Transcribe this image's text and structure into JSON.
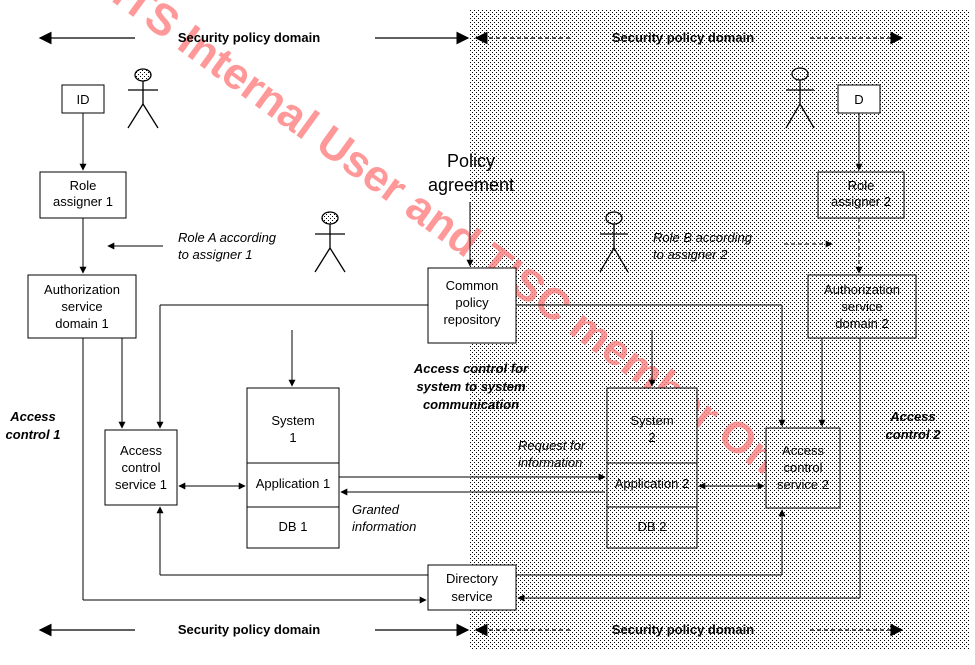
{
  "domain_left_top": "Security policy domain",
  "domain_right_top": "Security policy domain",
  "domain_left_bottom": "Security policy domain",
  "domain_right_bottom": "Security policy domain",
  "id_left": "ID",
  "id_right": "D",
  "role_assigner_1": [
    "Role",
    "assigner 1"
  ],
  "role_assigner_2": [
    "Role",
    "assigner 2"
  ],
  "role_a": [
    "Role A according",
    "to assigner 1"
  ],
  "role_b": [
    "Role B according",
    "to assigner 2"
  ],
  "policy_agreement": [
    "Policy",
    "agreement"
  ],
  "common_policy_repository": [
    "Common",
    "policy",
    "repository"
  ],
  "auth_service_1": [
    "Authorization",
    "service",
    "domain 1"
  ],
  "auth_service_2": [
    "Authorization",
    "service",
    "domain 2"
  ],
  "access_control_sys": [
    "Access control for",
    "system to system",
    "communication"
  ],
  "access_control_1": [
    "Access",
    "control 1"
  ],
  "access_control_2": [
    "Access",
    "control 2"
  ],
  "acs_1": [
    "Access",
    "control",
    "service 1"
  ],
  "acs_2": [
    "Access",
    "control",
    "service 2"
  ],
  "system_1": [
    "System",
    "1"
  ],
  "application_1": "Application 1",
  "db_1": "DB 1",
  "system_2": [
    "System",
    "2"
  ],
  "application_2": "Application 2",
  "db_2": "DB 2",
  "request_info": [
    "Request for",
    "information"
  ],
  "granted_info": [
    "Granted",
    "information"
  ],
  "directory_service": [
    "Directory",
    "service"
  ],
  "watermark": "ITS Internal User and TISC member Only"
}
